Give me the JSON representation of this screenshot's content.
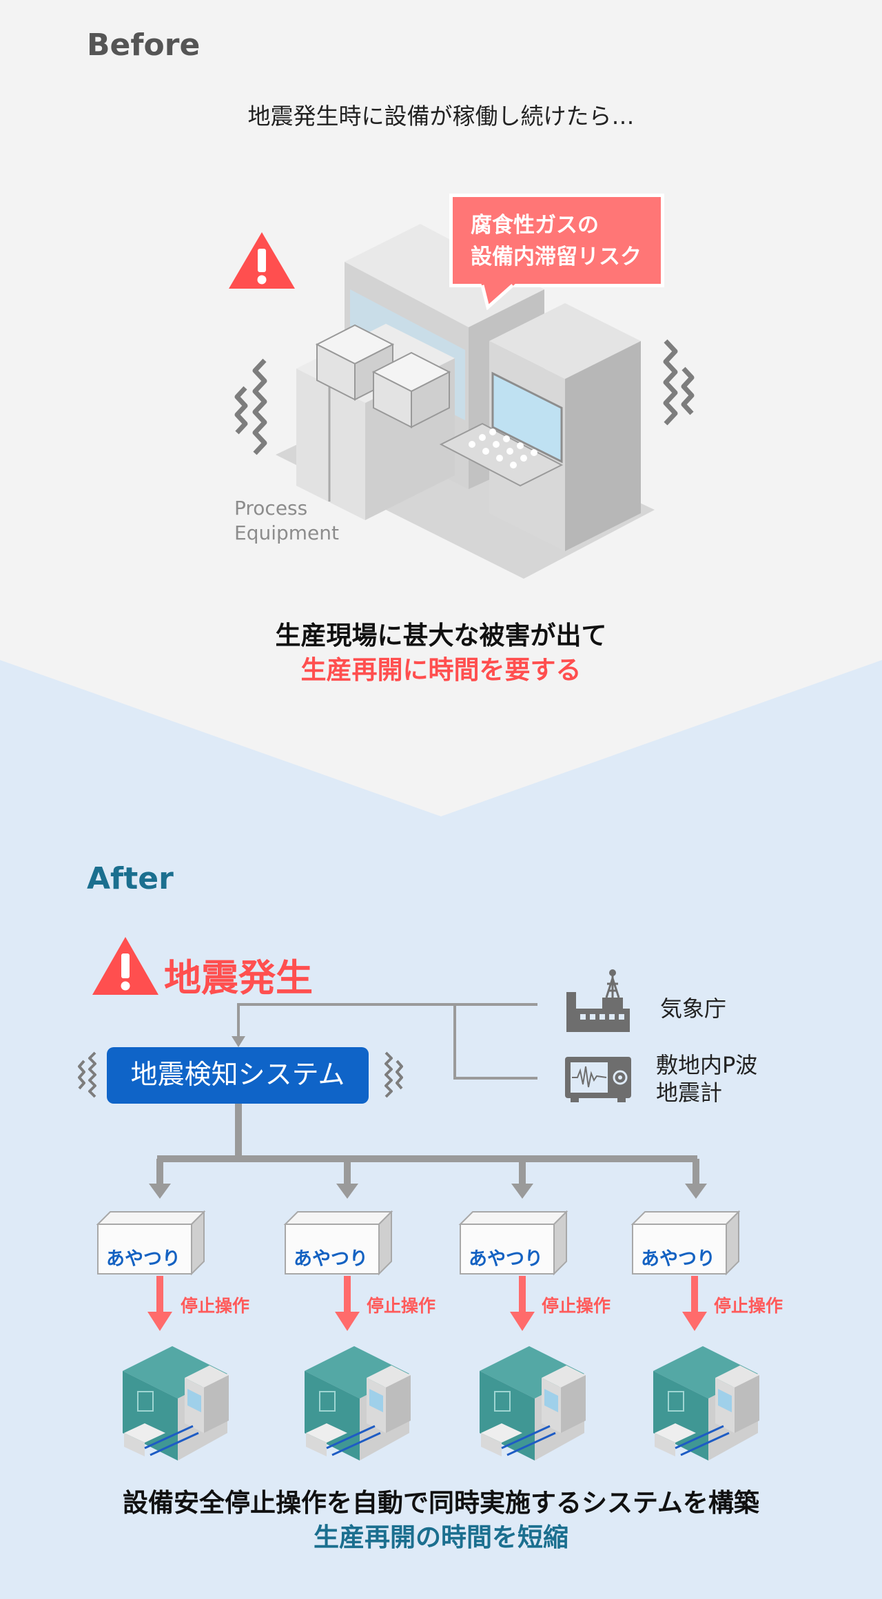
{
  "before": {
    "heading": "Before",
    "intro": "地震発生時に設備が稼働し続けたら…",
    "callout_lines": [
      "腐食性ガスの",
      "設備内滞留リスク"
    ],
    "equipment_label_lines": [
      "Process",
      "Equipment"
    ],
    "summary_line1": "生産現場に甚大な被害が出て",
    "summary_line2": "生産再開に時間を要する"
  },
  "after": {
    "heading": "After",
    "quake_label": "地震発生",
    "system_label": "地震検知システム",
    "sources": {
      "jma": "気象庁",
      "seismometer_lines": [
        "敷地内P波",
        "地震計"
      ]
    },
    "controllers": [
      {
        "label": "あやつり",
        "action": "停止操作"
      },
      {
        "label": "あやつり",
        "action": "停止操作"
      },
      {
        "label": "あやつり",
        "action": "停止操作"
      },
      {
        "label": "あやつり",
        "action": "停止操作"
      }
    ],
    "summary_line1": "設備安全停止操作を自動で同時実施するシステムを構築",
    "summary_line2": "生産再開の時間を短縮"
  },
  "colors": {
    "before_bg": "#f3f3f3",
    "after_bg": "#deeaf7",
    "alert_red": "#ff4f4f",
    "system_blue": "#0f64c8",
    "teal": "#1b6f8f"
  }
}
